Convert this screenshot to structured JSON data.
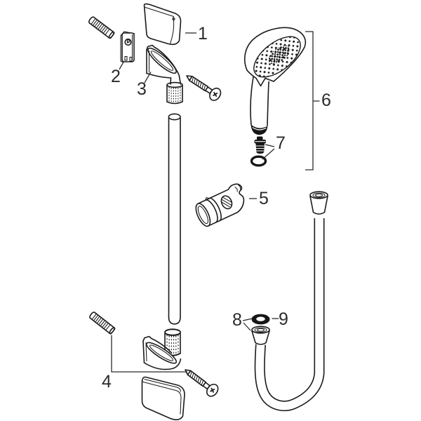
{
  "page": {
    "background": "#ffffff"
  },
  "diagram": {
    "kind": "exploded-parts-line-drawing",
    "subject": "shower rail set with hand shower, slider and hose",
    "colors": {
      "line": "#1b1b1b",
      "fill": "#ffffff",
      "dark": "#161616",
      "label_text": "#2b2b2b"
    },
    "parts": [
      {
        "label": "1",
        "name": "cover-cap-top"
      },
      {
        "label": "2",
        "name": "mounting-plate"
      },
      {
        "label": "3",
        "name": "upper-rail-bracket"
      },
      {
        "label": "4",
        "name": "lower-fixing-set"
      },
      {
        "label": "5",
        "name": "shower-slider-holder"
      },
      {
        "label": "6",
        "name": "hand-shower"
      },
      {
        "label": "7",
        "name": "filter-insert-with-o-ring"
      },
      {
        "label": "8",
        "name": "seal-set"
      },
      {
        "label": "9",
        "name": "o-ring"
      }
    ]
  }
}
